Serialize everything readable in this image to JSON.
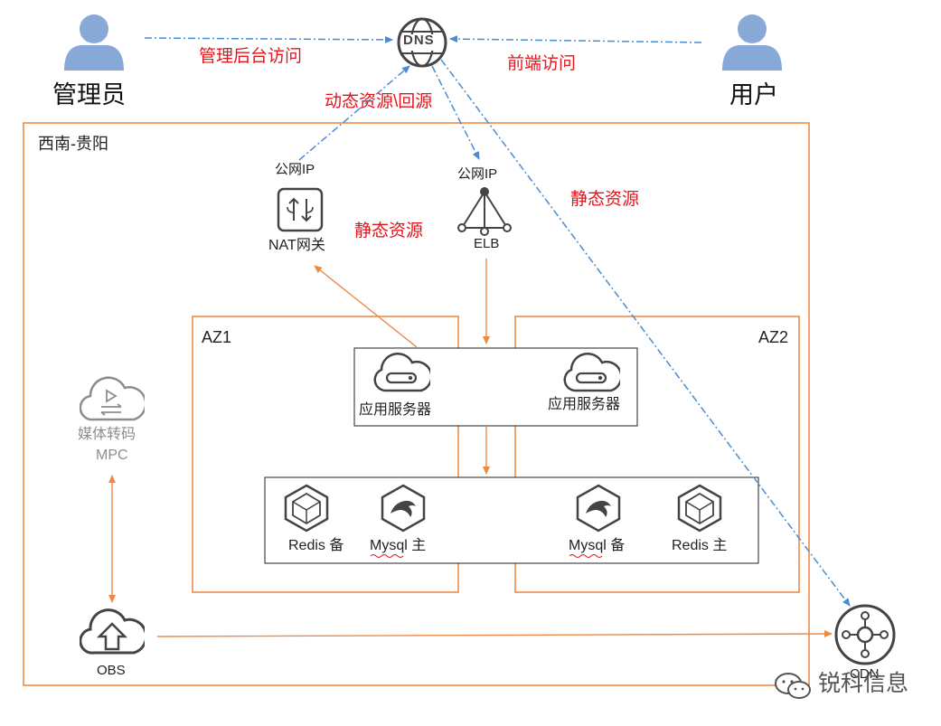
{
  "actors": {
    "admin": "管理员",
    "user": "用户"
  },
  "flows": {
    "admin_access": "管理后台访问",
    "frontend_access": "前端访问",
    "dynamic_origin": "动态资源\\回源",
    "static_right": "静态资源",
    "static_left": "静态资源"
  },
  "dns": {
    "label": "DNS"
  },
  "region": {
    "label": "西南-贵阳"
  },
  "nat": {
    "top_label": "公网IP",
    "label": "NAT网关"
  },
  "elb": {
    "top_label": "公网IP",
    "label": "ELB"
  },
  "zones": {
    "az1": "AZ1",
    "az2": "AZ2"
  },
  "app_servers": [
    {
      "label": "应用服务器"
    },
    {
      "label": "应用服务器"
    }
  ],
  "databases": [
    {
      "label": "Redis 备",
      "kind": "redis"
    },
    {
      "label": "Mysql 主",
      "kind": "mysql"
    },
    {
      "label": "Mysql 备",
      "kind": "mysql"
    },
    {
      "label": "Redis 主",
      "kind": "redis"
    }
  ],
  "mpc": {
    "line1": "媒体转码",
    "line2": "MPC"
  },
  "obs": {
    "label": "OBS"
  },
  "cdn": {
    "label": "CDN"
  },
  "watermark": {
    "text": "锐科信息"
  },
  "colors": {
    "orange": "#ee8a45",
    "blue": "#4a8bd6",
    "red": "#e3141c",
    "icon_gray": "#444444",
    "person": "#88a9d8"
  }
}
